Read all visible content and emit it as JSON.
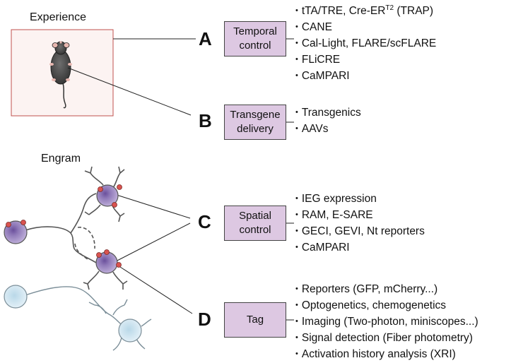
{
  "experience": {
    "label": "Experience"
  },
  "engram": {
    "label": "Engram"
  },
  "rows": [
    {
      "letter": "A",
      "box": "Temporal\ncontrol",
      "items": [
        "tTA/TRE, Cre-ER",
        "CANE",
        "Cal-Light, FLARE/scFLARE",
        "FLiCRE",
        "CaMPARI"
      ],
      "item0_sup": "T2",
      "item0_suffix": " (TRAP)"
    },
    {
      "letter": "B",
      "box": "Transgene\ndelivery",
      "items": [
        "Transgenics",
        "AAVs"
      ]
    },
    {
      "letter": "C",
      "box": "Spatial\ncontrol",
      "items": [
        "IEG expression",
        "RAM, E-SARE",
        "GECI, GEVI, Nt reporters",
        "CaMPARI"
      ]
    },
    {
      "letter": "D",
      "box": "Tag",
      "items": [
        "Reporters (GFP, mCherry...)",
        "Optogenetics, chemogenetics",
        "Imaging (Two-photon, miniscopes...)",
        "Signal detection (Fiber photometry)",
        "Activation history analysis (XRI)"
      ]
    }
  ],
  "colors": {
    "box_fill": "#ddc8e2",
    "experience_frame": "#c0504d",
    "neuron_active": "#a58fc6",
    "neuron_inactive": "#dcebf4",
    "marker": "#d9534f"
  }
}
